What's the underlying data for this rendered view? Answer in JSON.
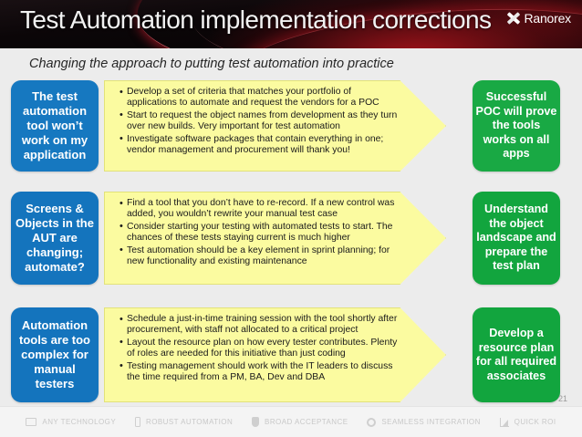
{
  "header": {
    "title": "Test Automation implementation corrections",
    "logo_text": "Ranorex",
    "logo_icon": "x-mark-icon",
    "bg_color": "#0a0506",
    "accent_color": "#be161e"
  },
  "subtitle": "Changing the approach to putting test automation into practice",
  "colors": {
    "problem_blue": "#1474bd",
    "action_yellow": "#fbfba0",
    "outcome_green": "#19a944",
    "canvas": "#ececec"
  },
  "rows": [
    {
      "problem": "The test automation tool won’t work on my application",
      "actions": [
        "Develop a set of criteria that matches your portfolio of applications to automate and request the vendors for a POC",
        "Start to request the object names from development as they turn over new builds. Very important for test automation",
        "Investigate software packages that contain everything in one; vendor management and procurement will thank you!"
      ],
      "outcome": "Successful POC will prove the tools works on all apps"
    },
    {
      "problem": "Screens & Objects in the AUT are changing; automate?",
      "actions": [
        "Find a tool that you don’t have to re-record. If a new control was added, you wouldn’t rewrite your manual test case",
        "Consider starting your testing with automated tests to start. The chances of these tests staying current is much higher",
        "Test automation should be a key element in sprint planning; for new functionality and existing maintenance"
      ],
      "outcome": "Understand the object landscape and prepare the test plan"
    },
    {
      "problem": "Automation tools are too complex for manual testers",
      "actions": [
        "Schedule a just-in-time training session with the tool shortly after procurement, with staff not allocated to a critical project",
        "Layout the resource plan on how every tester contributes. Plenty of roles are needed for this initiative than just coding",
        "Testing management should work with the IT leaders to discuss the time required from a PM, BA, Dev and DBA"
      ],
      "outcome": "Develop a resource plan for all required associates"
    }
  ],
  "page_number": "21",
  "footer": {
    "items": [
      {
        "label": "ANY TECHNOLOGY",
        "icon": "monitor-icon"
      },
      {
        "label": "ROBUST AUTOMATION",
        "icon": "mobile-icon"
      },
      {
        "label": "BROAD ACCEPTANCE",
        "icon": "shield-icon"
      },
      {
        "label": "SEAMLESS INTEGRATION",
        "icon": "gear-icon"
      },
      {
        "label": "QUICK ROI",
        "icon": "chart-icon"
      }
    ]
  }
}
